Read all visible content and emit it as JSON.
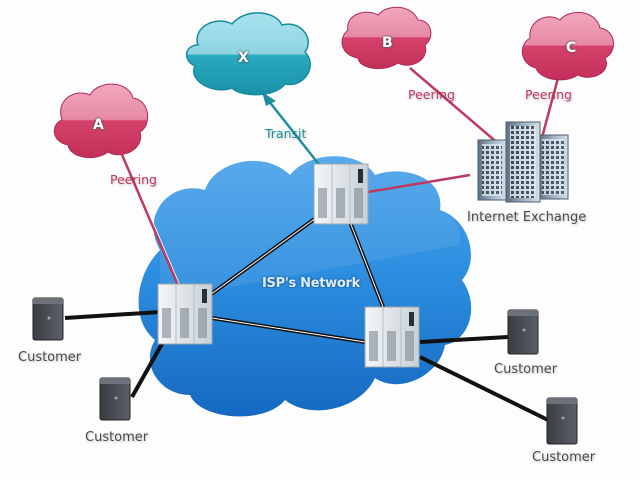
{
  "diagram": {
    "title": "ISP Network Topology",
    "core": {
      "label": "ISP's Network",
      "color": "#1e7fd4"
    },
    "external_clouds": [
      {
        "id": "A",
        "label": "A",
        "color": "#d4426c",
        "link": "Peering"
      },
      {
        "id": "X",
        "label": "X",
        "color": "#29a9bf",
        "link": "Transit"
      },
      {
        "id": "B",
        "label": "B",
        "color": "#d4426c",
        "link": "Peering"
      },
      {
        "id": "C",
        "label": "C",
        "color": "#d4426c",
        "link": "Peering"
      }
    ],
    "labels": {
      "peering_a": "Peering",
      "peering_b": "Peering",
      "peering_c": "Peering",
      "transit": "Transit",
      "internet_exchange": "Internet Exchange",
      "customer_1": "Customer",
      "customer_2": "Customer",
      "customer_3": "Customer",
      "customer_4": "Customer"
    },
    "link_colors": {
      "peering": "#c0395f",
      "transit": "#1f8f9d",
      "internal": "#111111"
    }
  }
}
